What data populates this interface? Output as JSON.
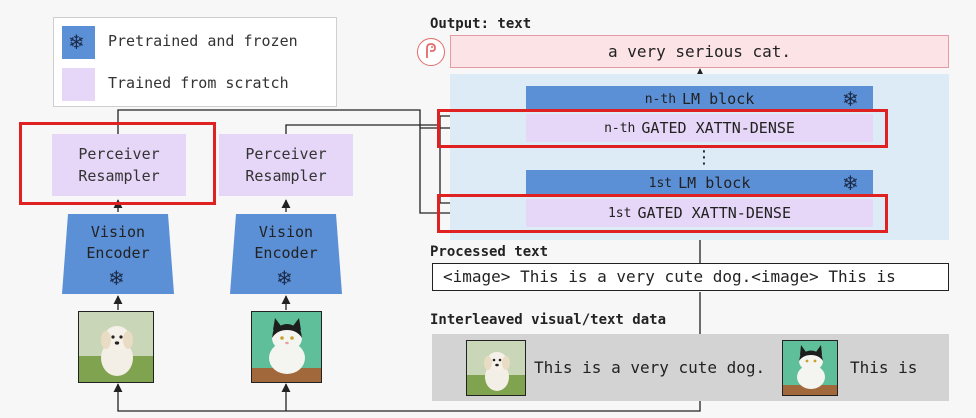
{
  "legend": {
    "frozen_label": "Pretrained and frozen",
    "scratch_label": "Trained from scratch"
  },
  "colors": {
    "frozen": "#5b8fd6",
    "scratch": "#e6d6f7",
    "lm_background": "#dcebf5",
    "output": "#fbe3e6",
    "highlight": "#e02121"
  },
  "left_column": {
    "perceiver": "Perceiver\nResampler",
    "encoder": "Vision\nEncoder",
    "image_icon": "puppy-photo"
  },
  "right_column": {
    "perceiver": "Perceiver\nResampler",
    "encoder": "Vision\nEncoder",
    "image_icon": "cat-photo"
  },
  "output": {
    "heading": "Output: text",
    "text": "a very serious cat.",
    "icon": "flamingo-icon"
  },
  "lm_stack": {
    "top_lm_ordinal": "n-th",
    "top_lm_label": "LM block",
    "top_gated_ordinal": "n-th",
    "top_gated_label": "GATED XATTN-DENSE",
    "ellipsis": "⋮",
    "bottom_lm_ordinal": "1st",
    "bottom_lm_label": "LM block",
    "bottom_gated_ordinal": "1st",
    "bottom_gated_label": "GATED XATTN-DENSE"
  },
  "processed": {
    "heading": "Processed text",
    "text": "<image> This is a very cute dog.<image> This is"
  },
  "interleaved": {
    "heading": "Interleaved visual/text data",
    "text1": "This is a very cute dog.",
    "text2": "This is"
  }
}
